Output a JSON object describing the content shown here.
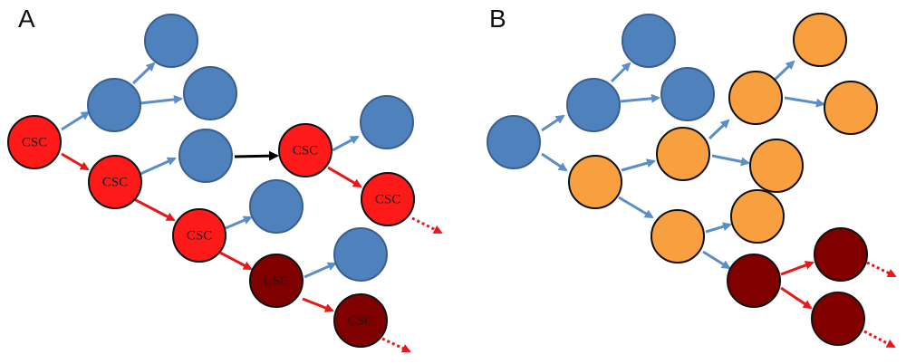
{
  "panels": [
    {
      "id": "A",
      "label": "A"
    },
    {
      "id": "B",
      "label": "B"
    }
  ],
  "node_label": "CSC",
  "colors": {
    "blue_cell": "#4f81bd",
    "blue_edge": "#3a5f8f",
    "csc_red": "#ff1a1a",
    "dark_red": "#800000",
    "orange_cell": "#f8a040",
    "outline": "#111111",
    "blue_arrow": "#5b8ec8",
    "red_arrow": "#e81818",
    "black_arrow": "#000000"
  },
  "panel_a_nodes": [
    {
      "id": "a1",
      "type": "csc",
      "label": "CSC"
    },
    {
      "id": "a2",
      "type": "csc",
      "label": "CSC"
    },
    {
      "id": "a3",
      "type": "blue"
    },
    {
      "id": "a4",
      "type": "blue"
    },
    {
      "id": "a5",
      "type": "blue"
    },
    {
      "id": "a6",
      "type": "blue"
    },
    {
      "id": "a7",
      "type": "csc",
      "label": "CSC"
    },
    {
      "id": "a8",
      "type": "blue"
    },
    {
      "id": "a9",
      "type": "dark",
      "label": "CSC"
    },
    {
      "id": "a10",
      "type": "blue"
    },
    {
      "id": "a11",
      "type": "dark",
      "label": "CSC"
    },
    {
      "id": "a12",
      "type": "csc",
      "label": "CSC"
    },
    {
      "id": "a13",
      "type": "blue"
    },
    {
      "id": "a14",
      "type": "csc",
      "label": "CSC"
    }
  ],
  "panel_b_nodes": [
    {
      "id": "b1",
      "type": "blue"
    },
    {
      "id": "b2",
      "type": "blue"
    },
    {
      "id": "b3",
      "type": "blue"
    },
    {
      "id": "b4",
      "type": "blue"
    },
    {
      "id": "b5",
      "type": "orange"
    },
    {
      "id": "b6",
      "type": "orange"
    },
    {
      "id": "b7",
      "type": "orange"
    },
    {
      "id": "b8",
      "type": "orange"
    },
    {
      "id": "b9",
      "type": "orange"
    },
    {
      "id": "b10",
      "type": "orange"
    },
    {
      "id": "b11",
      "type": "orange"
    },
    {
      "id": "b12",
      "type": "orange"
    },
    {
      "id": "b13",
      "type": "dark"
    },
    {
      "id": "b14",
      "type": "dark"
    },
    {
      "id": "b15",
      "type": "dark"
    }
  ]
}
